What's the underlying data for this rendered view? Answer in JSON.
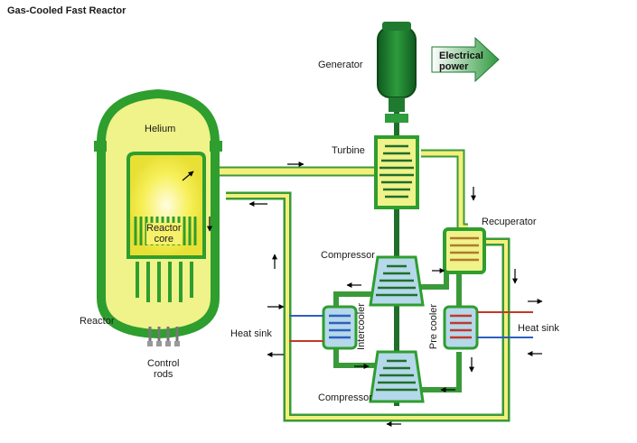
{
  "title": "Gas-Cooled Fast Reactor",
  "labels": {
    "generator": "Generator",
    "electrical_power_line1": "Electrical",
    "electrical_power_line2": "power",
    "helium": "Helium",
    "turbine": "Turbine",
    "recuperator": "Recuperator",
    "reactor_core_line1": "Reactor",
    "reactor_core_line2": "core",
    "compressor_top": "Compressor",
    "compressor_bottom": "Compressor",
    "reactor": "Reactor",
    "heat_sink_left": "Heat sink",
    "heat_sink_right": "Heat sink",
    "intercooler": "Intercooler",
    "pre_cooler": "Pre cooler",
    "control_rods_line1": "Control",
    "control_rods_line2": "rods"
  },
  "colors": {
    "vessel_green": "#2e9e2e",
    "vessel_fill": "#f0f28a",
    "pipe_yellow": "#f4ef7a",
    "pipe_green": "#3a9a3a",
    "generator_green": "#1f7a2f",
    "power_arrow": "#6fbf6f",
    "hot_red": "#c0392b",
    "cold_blue": "#2f5fbf"
  }
}
